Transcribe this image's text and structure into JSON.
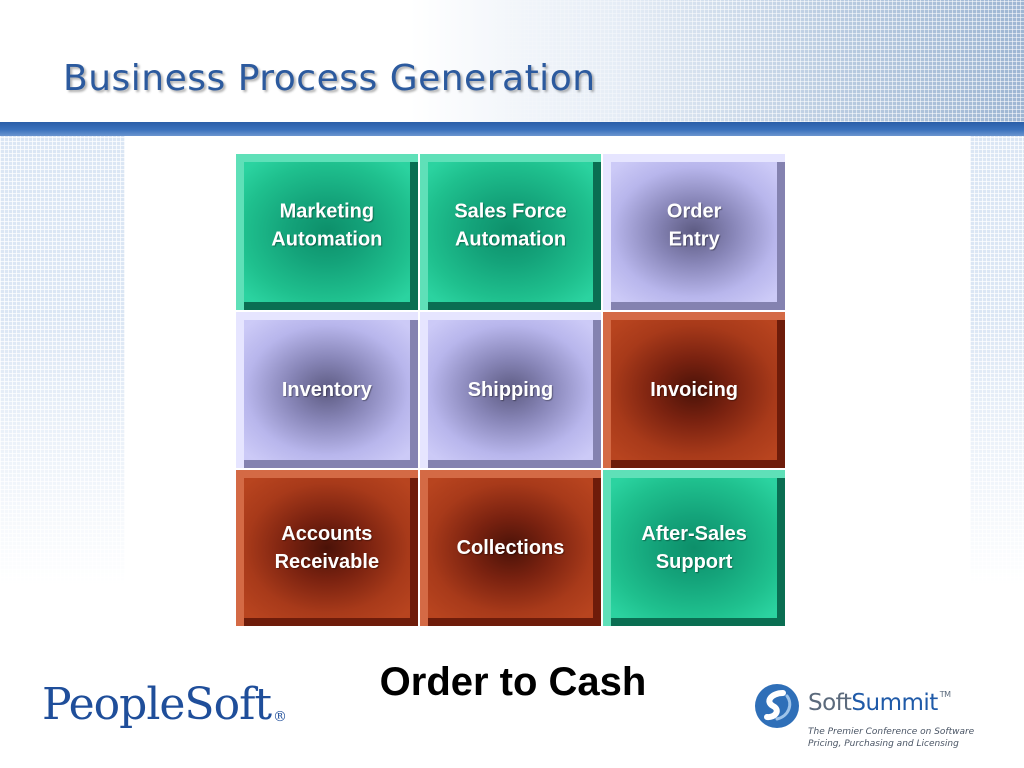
{
  "slide": {
    "title": "Business Process Generation",
    "caption": "Order to Cash"
  },
  "process_tiles": [
    {
      "label": "Marketing\nAutomation",
      "color": "green"
    },
    {
      "label": "Sales Force\nAutomation",
      "color": "green"
    },
    {
      "label": "Order\nEntry",
      "color": "lavender"
    },
    {
      "label": "Inventory",
      "color": "lavender"
    },
    {
      "label": "Shipping",
      "color": "lavender"
    },
    {
      "label": "Invoicing",
      "color": "red"
    },
    {
      "label": "Accounts\nReceivable",
      "color": "red"
    },
    {
      "label": "Collections",
      "color": "red"
    },
    {
      "label": "After-Sales\nSupport",
      "color": "green"
    }
  ],
  "colors": {
    "green": "#1fc08e",
    "lavender": "#c4c2f4",
    "red": "#a83a1a",
    "title_blue": "#2c5a9e",
    "header_bar": "#2a5ea8"
  },
  "logos": {
    "peoplesoft": {
      "name": "PeopleSoft",
      "registered_mark": "®"
    },
    "softsummit": {
      "name_part1": "Soft",
      "name_part2": "Summit",
      "trademark": "TM",
      "tagline_line1": "The Premier Conference on Software",
      "tagline_line2": "Pricing, Purchasing and Licensing",
      "icon": "softsummit-swirl-icon"
    }
  }
}
